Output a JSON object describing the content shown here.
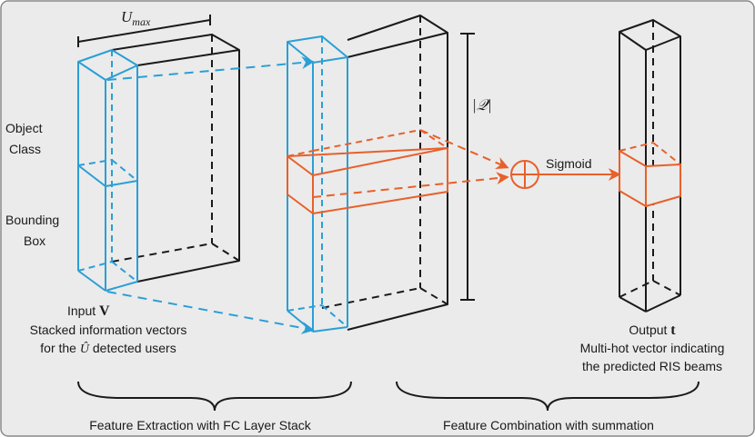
{
  "colors": {
    "background": "#ebebeb",
    "border": "#8a8a8a",
    "line": "#1a1a1a",
    "blue": "#2a9fd6",
    "orange": "#e8602a"
  },
  "labels": {
    "umax_base": "U",
    "umax_sub": "max",
    "object_class_1": "Object",
    "object_class_2": "Class",
    "bounding_box_1": "Bounding",
    "bounding_box_2": "Box",
    "input_label": "Input",
    "input_symbol": "V",
    "input_desc_1": "Stacked information vectors",
    "input_desc_2_pre": "for the",
    "input_desc_2_sym": "Û",
    "input_desc_2_post": "detected users",
    "q_size": "|𝒬|",
    "sigmoid": "Sigmoid",
    "output_label": "Output",
    "output_symbol": "t",
    "output_desc_1": "Multi-hot vector indicating",
    "output_desc_2": "the predicted RIS beams",
    "section_left": "Feature Extraction with FC Layer Stack",
    "section_right": "Feature Combination with summation"
  },
  "icons": {
    "sum_node": "circle-plus-icon",
    "arrowhead": "arrowhead-icon",
    "brace": "curly-brace-icon"
  }
}
